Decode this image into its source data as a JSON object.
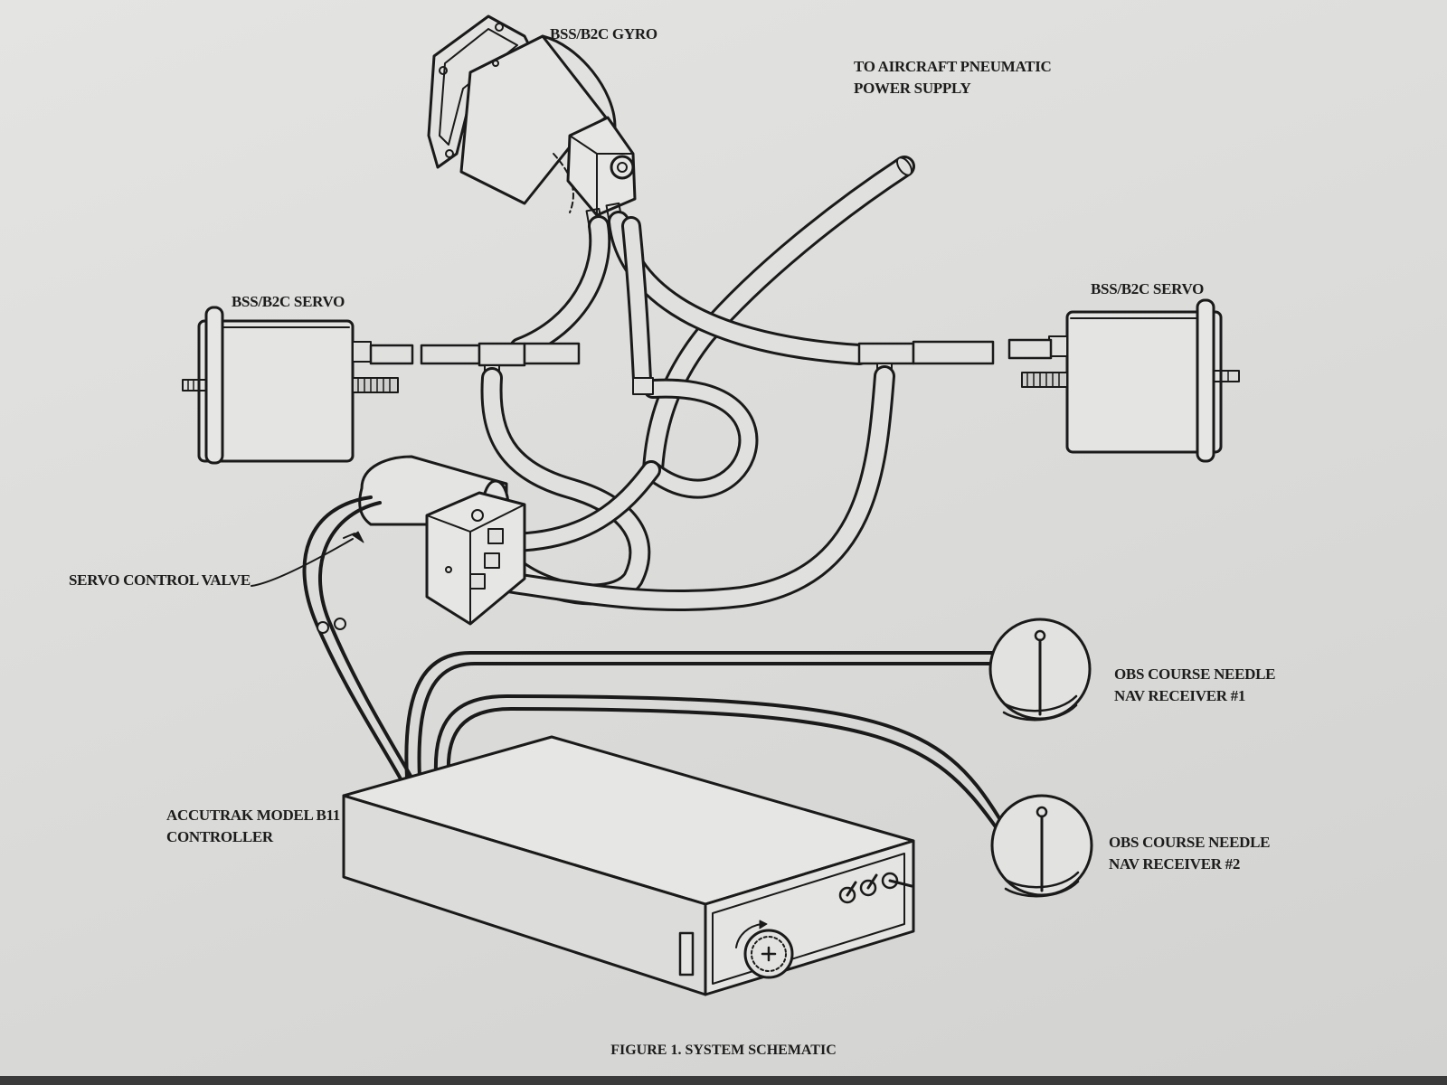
{
  "labels": {
    "gyro": "BSS/B2C GYRO",
    "pneumatic_line1": "TO AIRCRAFT PNEUMATIC",
    "pneumatic_line2": "POWER SUPPLY",
    "servo_left": "BSS/B2C SERVO",
    "servo_right": "BSS/B2C SERVO",
    "servo_control_valve": "SERVO CONTROL VALVE",
    "obs1_line1": "OBS COURSE NEEDLE",
    "obs1_line2": "NAV RECEIVER #1",
    "obs2_line1": "OBS COURSE NEEDLE",
    "obs2_line2": "NAV RECEIVER #2",
    "controller_line1": "ACCUTRAK MODEL B11",
    "controller_line2": "CONTROLLER"
  },
  "caption": "FIGURE 1. SYSTEM SCHEMATIC",
  "colors": {
    "paper": "#dededc",
    "ink": "#1a1a1a"
  }
}
